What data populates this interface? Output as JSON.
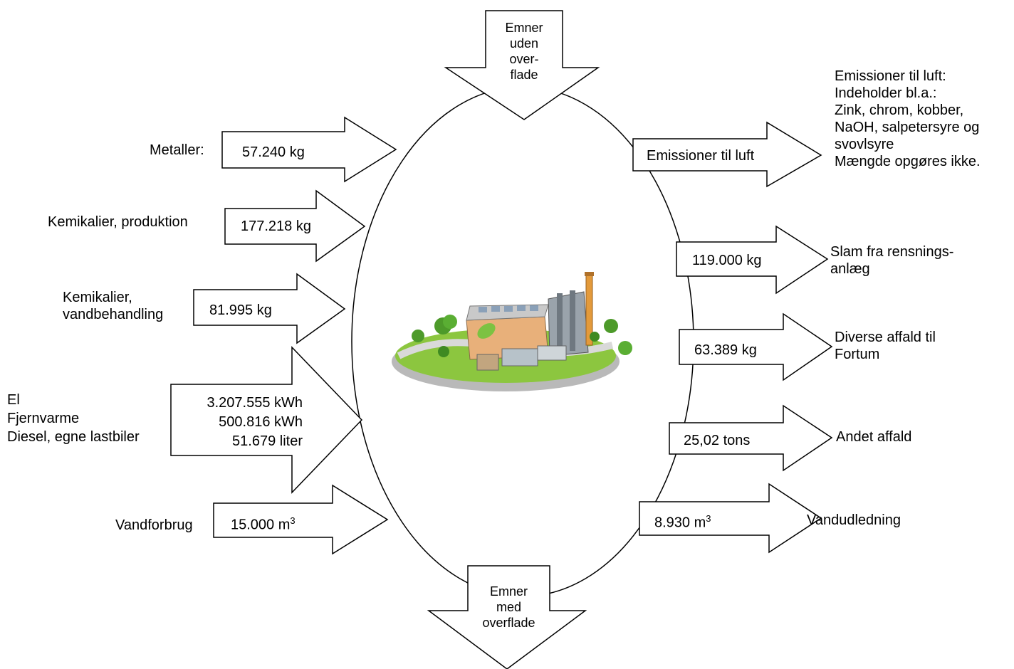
{
  "top_box": {
    "lines": [
      "Emner",
      "uden",
      "over-",
      "flade"
    ]
  },
  "bottom_box": {
    "lines": [
      "Emner",
      "med",
      "overflade"
    ]
  },
  "inputs": {
    "metaller": {
      "label": "Metaller:",
      "value": "57.240 kg"
    },
    "kemikalier_produktion": {
      "label": "Kemikalier, produktion",
      "value": "177.218 kg"
    },
    "kemikalier_vand": {
      "label_lines": [
        "Kemikalier,",
        "vandbehandling"
      ],
      "value": "81.995 kg"
    },
    "energi": {
      "label_lines": [
        "El",
        "Fjernvarme",
        "Diesel, egne lastbiler"
      ],
      "value_lines": [
        "3.207.555 kWh",
        "500.816 kWh",
        "51.679 liter"
      ]
    },
    "vandforbrug": {
      "label": "Vandforbrug",
      "value": "15.000 m",
      "value_sup": "3"
    }
  },
  "outputs": {
    "emissioner": {
      "arrow_text": "Emissioner til luft",
      "note_lines": [
        "Emissioner til luft:",
        "Indeholder bl.a.:",
        "Zink, chrom, kobber,",
        "NaOH, salpetersyre og",
        "svovlsyre",
        "Mængde opgøres ikke."
      ]
    },
    "slam": {
      "value": "119.000 kg",
      "label_lines": [
        "Slam fra rensnings-",
        "anlæg"
      ]
    },
    "diverse": {
      "value": "63.389 kg",
      "label_lines": [
        "Diverse affald til",
        "Fortum"
      ]
    },
    "andet": {
      "value": "25,02 tons",
      "label": "Andet affald"
    },
    "vandudledning": {
      "value": "8.930 m",
      "value_sup": "3",
      "label": "Vandudledning"
    }
  },
  "colors": {
    "stroke": "#000000",
    "grass": "#8cc63f",
    "building": "#e8b07a",
    "leaf": "#7cc242",
    "road": "#b9b9b9"
  }
}
